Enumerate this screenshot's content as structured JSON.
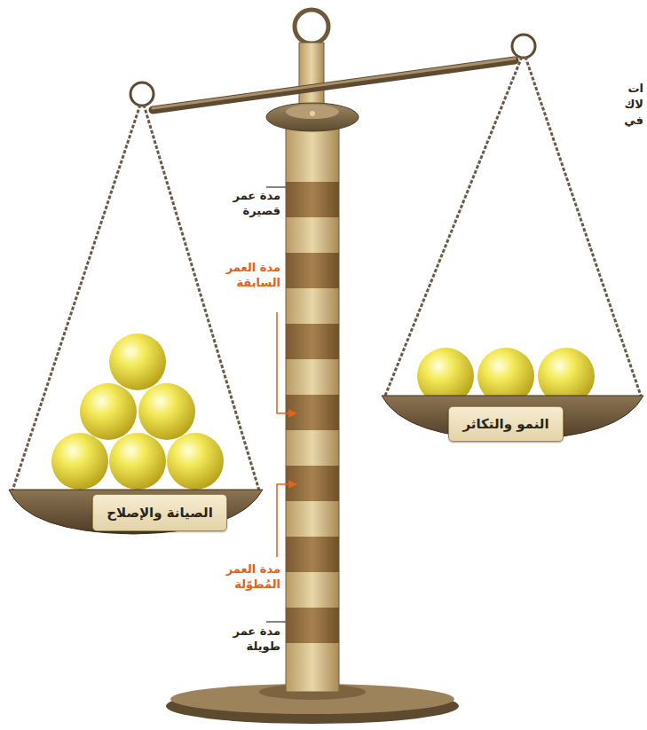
{
  "diagram": {
    "nodes": [
      {
        "text": [
          "الصيانة والإصلاح"
        ]
      },
      {
        "text": [
          "النمو والتكاثر"
        ]
      }
    ],
    "labels": [
      "ات",
      "لاك",
      "في",
      "مدة عمر قصيرة",
      "مدة العمر السابقة",
      "مدة العمر المُطوّلة",
      "مدة عمر طويلة"
    ]
  }
}
